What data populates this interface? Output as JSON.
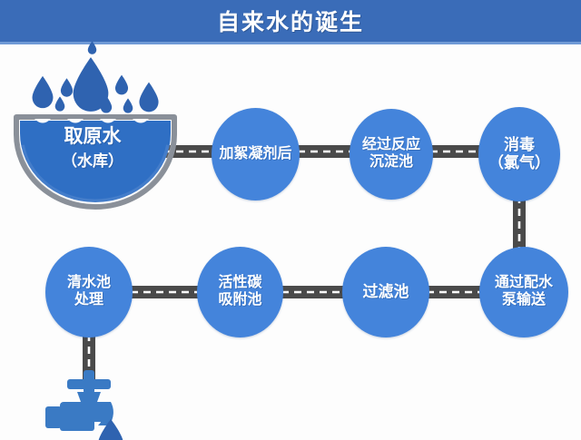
{
  "header": {
    "title": "自来水的诞生",
    "band_color": "#3a6cb8",
    "underline_color": "#6f9ad6"
  },
  "palette": {
    "node_blue": "#4484db",
    "reservoir_water": "#2f6fc4",
    "droplet_blue": "#2f63b0",
    "connector_gray": "#4a4a4a",
    "connector_dash": "#ffffff",
    "faucet_blue": "#3a7ac4",
    "rim_gray": "#8a9099"
  },
  "reservoir": {
    "name": "source-water-reservoir",
    "line1": "取原水",
    "line2": "（水库）",
    "droplet_count": 9
  },
  "flow": {
    "row1": [
      {
        "id": "node-floc",
        "name": "node-add-flocculant",
        "lines": [
          "加絮凝剂后"
        ]
      },
      {
        "id": "node-sedim",
        "name": "node-reaction-sedimentation-tank",
        "lines": [
          "经过反应",
          "沉淀池"
        ]
      },
      {
        "id": "node-disinf",
        "name": "node-disinfection-chlorine",
        "lines": [
          "消毒",
          "（氯气）"
        ]
      }
    ],
    "row2": [
      {
        "id": "node-clear",
        "name": "node-clear-water-tank-treatment",
        "lines": [
          "清水池",
          "处理"
        ]
      },
      {
        "id": "node-carbon",
        "name": "node-activated-carbon-adsorption-tank",
        "lines": [
          "活性碳",
          "吸附池"
        ]
      },
      {
        "id": "node-filter",
        "name": "node-filtration-tank",
        "lines": [
          "过滤池"
        ]
      },
      {
        "id": "node-pump",
        "name": "node-distribution-pump-delivery",
        "lines": [
          "通过配水",
          "泵输送"
        ]
      }
    ]
  },
  "faucet": {
    "name": "water-tap-outlet",
    "has_drop": true
  }
}
